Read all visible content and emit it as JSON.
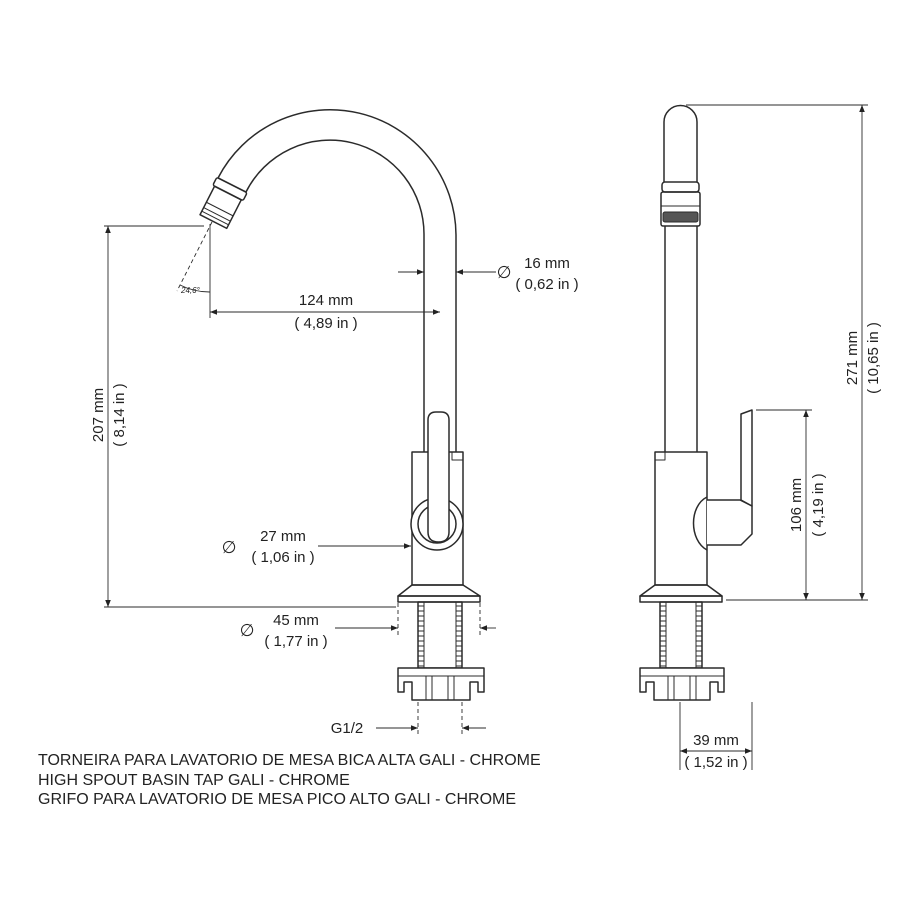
{
  "colors": {
    "line": "#2b2b2b",
    "background": "#ffffff"
  },
  "front_view": {
    "spout_diameter": {
      "symbol": "∅",
      "value": "16 mm",
      "imperial": "( 0,62 in )"
    },
    "spout_reach": {
      "value": "124 mm",
      "imperial": "( 4,89 in )"
    },
    "aerator_angle": "24,6°",
    "spout_height": {
      "value": "207 mm",
      "imperial": "( 8,14 in )"
    },
    "body_diameter": {
      "symbol": "∅",
      "value": "27 mm",
      "imperial": "( 1,06 in )"
    },
    "base_diameter": {
      "symbol": "∅",
      "value": "45 mm",
      "imperial": "( 1,77 in )"
    },
    "thread": "G1/2"
  },
  "side_view": {
    "total_height": {
      "value": "271 mm",
      "imperial": "( 10,65 in )"
    },
    "lever_height": {
      "value": "106 mm",
      "imperial": "( 4,19 in )"
    },
    "handle_depth": {
      "value": "39 mm",
      "imperial": "( 1,52 in )"
    }
  },
  "caption": [
    "TORNEIRA PARA LAVATORIO DE MESA BICA ALTA GALI - CHROME",
    "HIGH SPOUT BASIN TAP GALI - CHROME",
    "GRIFO PARA LAVATORIO DE MESA PICO ALTO GALI - CHROME"
  ]
}
